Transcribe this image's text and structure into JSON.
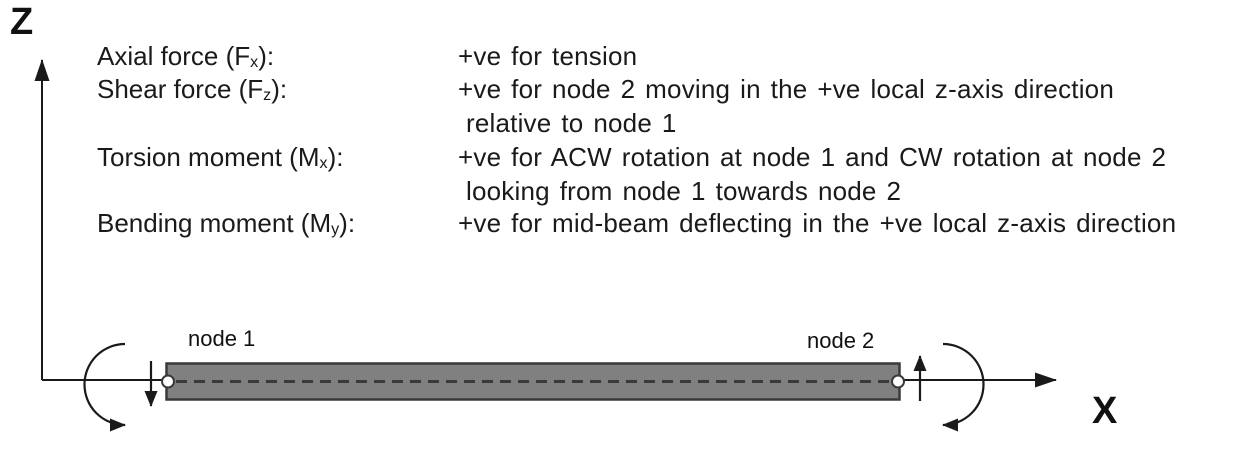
{
  "legend": {
    "entries": [
      {
        "term_pre": "Axial force (F",
        "term_sub": "x",
        "term_post": "):",
        "lines": [
          "+ve for tension"
        ]
      },
      {
        "term_pre": "Shear force (F",
        "term_sub": "z",
        "term_post": "):",
        "lines": [
          "+ve for node 2 moving in the +ve local z-axis direction",
          "relative to node 1"
        ]
      },
      {
        "term_pre": "Torsion moment (M",
        "term_sub": "x",
        "term_post": "):",
        "lines": [
          "+ve for ACW rotation at node 1 and CW rotation at node 2",
          "looking from node 1 towards node 2"
        ]
      },
      {
        "term_pre": "Bending moment (M",
        "term_sub": "y",
        "term_post": "):",
        "lines": [
          "+ve for mid-beam deflecting in the +ve local z-axis direction"
        ]
      }
    ]
  },
  "diagram": {
    "z_axis_label": "Z",
    "x_axis_label": "X",
    "node1_label": "node 1",
    "node2_label": "node 2",
    "colors": {
      "beam_fill": "#808080",
      "beam_stroke": "#3a3a3a",
      "line": "#1a1a1a",
      "background": "#ffffff"
    }
  }
}
